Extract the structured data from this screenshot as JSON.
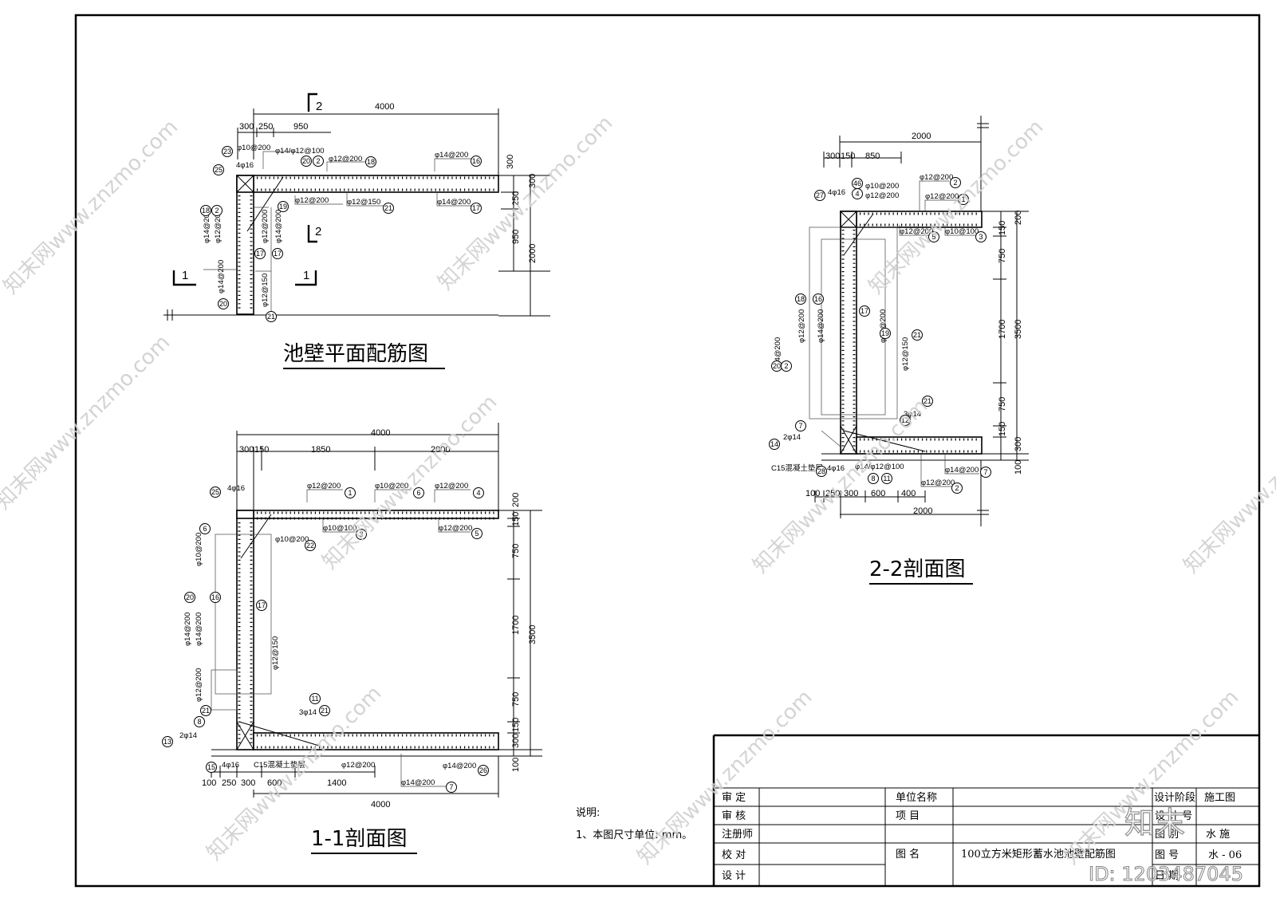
{
  "plan": {
    "title": "池壁平面配筋图",
    "dims_top": [
      "300",
      "250",
      "950",
      "4000"
    ],
    "dims_right": [
      "300",
      "250",
      "950",
      "2000"
    ],
    "section_marks": [
      "2",
      "2",
      "1",
      "1"
    ],
    "labels": [
      "φ10@200",
      "φ14/φ12@100",
      "φ12@200",
      "φ14@200",
      "φ12@200",
      "φ12@150",
      "φ14@200",
      "4φ16",
      "φ14@200",
      "φ12@200",
      "φ12@200",
      "φ14@200",
      "φ14@200",
      "φ12@150"
    ],
    "circles": [
      "23",
      "25",
      "20",
      "2",
      "18",
      "16",
      "19",
      "21",
      "17",
      "18",
      "2",
      "17",
      "17",
      "20",
      "21"
    ]
  },
  "sec11": {
    "title": "1-1剖面图",
    "dims_top": [
      "300",
      "150",
      "1850",
      "2000",
      "4000"
    ],
    "dims_bottom": [
      "100",
      "250",
      "300",
      "600",
      "1400",
      "4000"
    ],
    "dims_right": [
      "200",
      "150",
      "750",
      "1700",
      "750",
      "150",
      "300",
      "100",
      "3500"
    ],
    "labels": [
      "4φ16",
      "φ12@200",
      "φ10@200",
      "φ12@200",
      "φ10@100",
      "φ12@200",
      "φ10@200",
      "φ10@200",
      "φ14@200",
      "φ14@200",
      "φ12@150",
      "φ12@200",
      "3φ14",
      "2φ14",
      "4φ16",
      "C15混凝土垫层",
      "φ12@200",
      "φ14@200",
      "φ14@200"
    ],
    "circles": [
      "25",
      "1",
      "6",
      "4",
      "3",
      "5",
      "22",
      "6",
      "20",
      "16",
      "17",
      "21",
      "11",
      "8",
      "21",
      "13",
      "15",
      "26",
      "7",
      "8"
    ]
  },
  "sec22": {
    "title": "2-2剖面图",
    "dims_top": [
      "300",
      "150",
      "850",
      "2000"
    ],
    "dims_bottom": [
      "100",
      "250",
      "300",
      "600",
      "400",
      "2000"
    ],
    "dims_right": [
      "200",
      "150",
      "750",
      "1700",
      "750",
      "150",
      "300",
      "100",
      "3500"
    ],
    "labels": [
      "φ12@200",
      "φ10@200",
      "φ12@200",
      "φ12@200",
      "4φ16",
      "φ12@200",
      "φ10@100",
      "φ14@200",
      "φ12@200",
      "φ14@200",
      "φ12@200",
      "φ12@150",
      "3φ14",
      "2φ14",
      "C15混凝土垫层",
      "4φ16",
      "φ14/φ12@100",
      "φ14@200",
      "φ12@200"
    ],
    "circles": [
      "2",
      "46",
      "4",
      "1",
      "27",
      "5",
      "3",
      "20",
      "2",
      "18",
      "16",
      "17",
      "19",
      "21",
      "21",
      "12",
      "7",
      "14",
      "28",
      "8",
      "11",
      "7",
      "2"
    ]
  },
  "notes": {
    "heading": "说明:",
    "line1": "1、本图尺寸单位: mm。"
  },
  "title_block": {
    "left": [
      "审  定",
      "审  核",
      "注册师",
      "校  对",
      "设  计"
    ],
    "unit_label": "单位名称",
    "project_label": "项   目",
    "drawing_label": "图   名",
    "drawing_name": "100立方米矩形蓄水池池壁配筋图",
    "stage_label": "设计阶段",
    "stage_value": "施工图",
    "r2": "设 计 号",
    "r3a": "图    别",
    "r3b": "水 施",
    "r4a": "图    号",
    "r4b": "水 - 06",
    "r5": "日    期"
  },
  "watermark": {
    "text": "知末网www.znzmo.com",
    "logo": "知末",
    "id": "ID: 1203487045"
  }
}
